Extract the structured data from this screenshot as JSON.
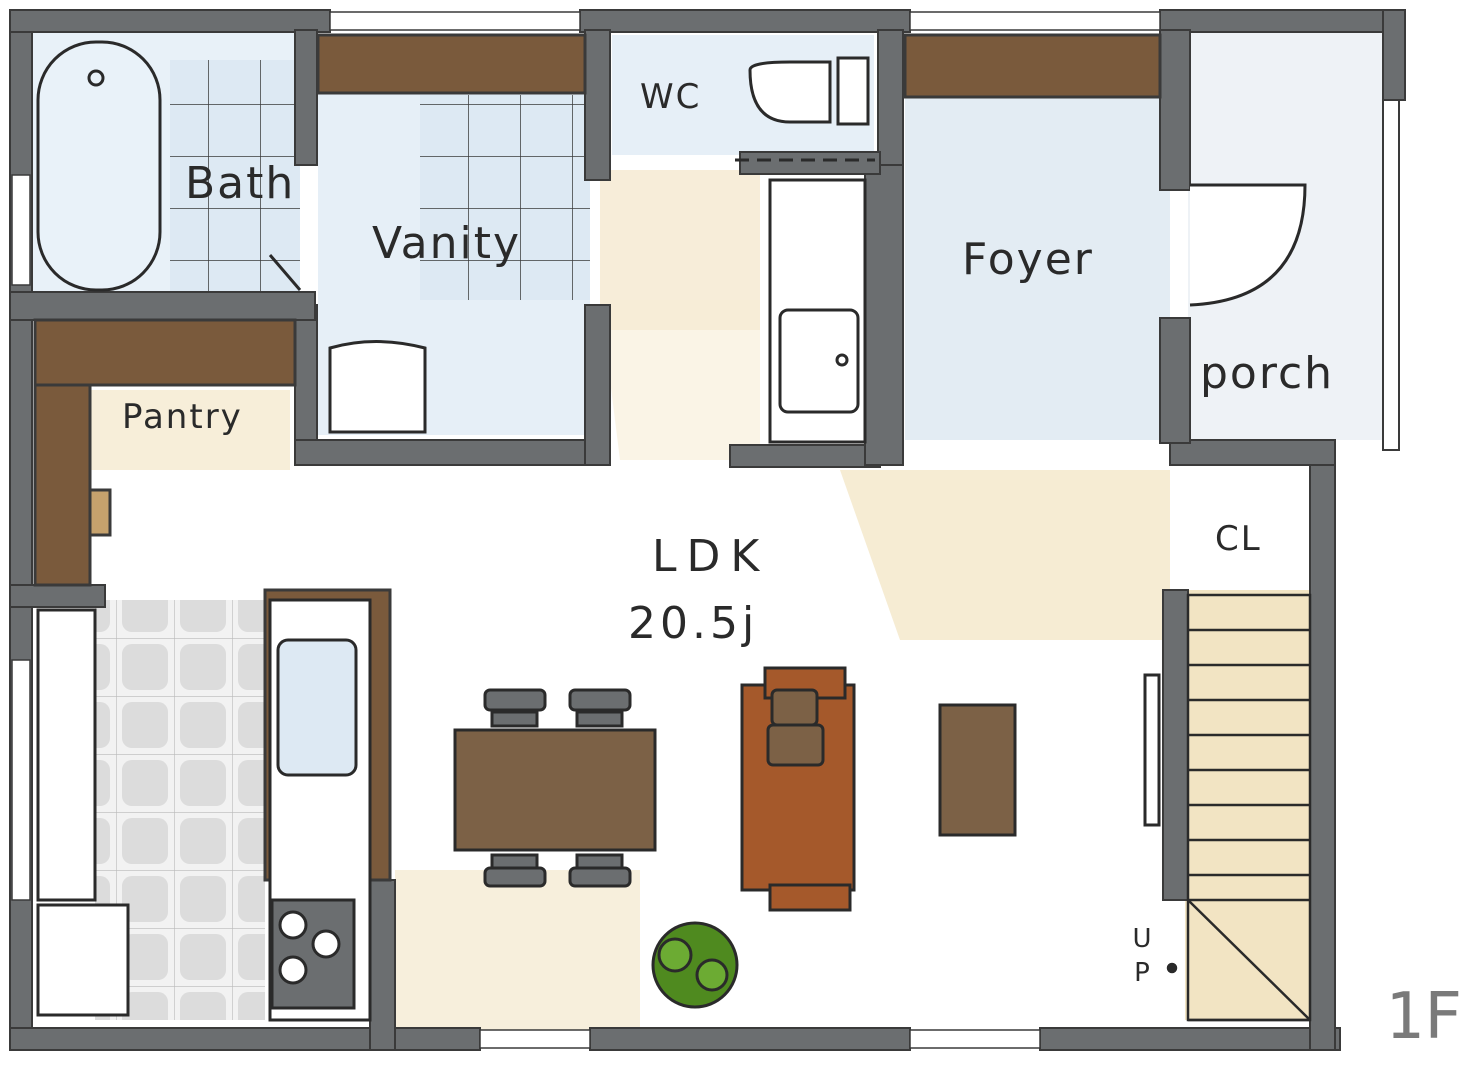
{
  "floor_label": "1F",
  "rooms": {
    "bath": "Bath",
    "vanity": "Vanity",
    "wc": "WC",
    "foyer": "Foyer",
    "porch": "porch",
    "pantry": "Pantry",
    "ldk": "LDK",
    "ldk_area": "20.5j",
    "closet": "CL"
  },
  "stairs_label": "UP",
  "colors": {
    "wall": "#6b6e70",
    "wall_edge": "#3a3a3a",
    "tile_blue": "#dbe8f2",
    "wood_floor": "#f3e7cc",
    "cabinet_wood": "#7a5a3c",
    "table_wood": "#7c6146",
    "sofa": "#a5592b",
    "plant": "#4f8a1f",
    "kitchen_tile": "#e3e3e3"
  }
}
